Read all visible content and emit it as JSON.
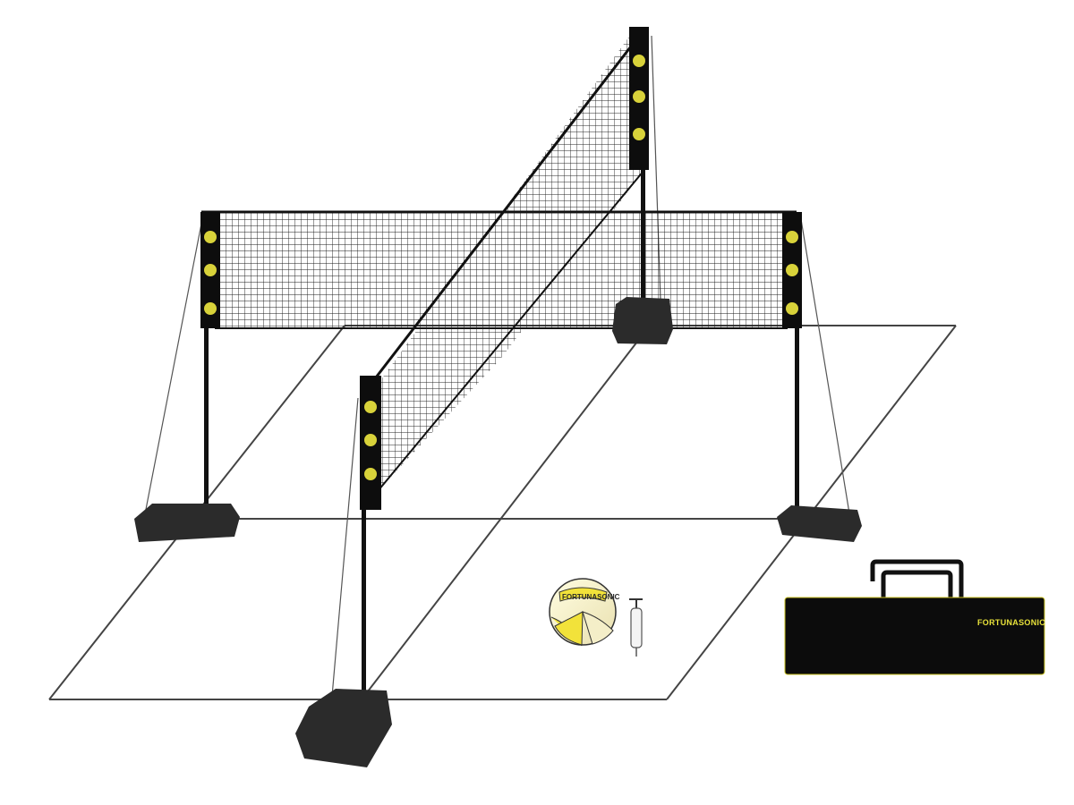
{
  "scene": {
    "subject": "4-way volleyball net set",
    "colors": {
      "background": "#ffffff",
      "net_mesh": "#1a1a1a",
      "pole": "#111111",
      "base": "#2b2b2b",
      "boundary_line": "#444444",
      "logo_yellow": "#d8d23a",
      "bag": "#0c0c0c",
      "bag_trim": "#c8c020",
      "ball_yellow": "#f2e23a"
    },
    "icons": {
      "net_logo": "volleyball-logo-icon",
      "ball": "volleyball-icon",
      "pump": "hand-pump-icon",
      "bag": "carry-bag-icon"
    },
    "bag_brand": "FORTUNASONIC",
    "ball_brand": "FORTUNASONIC"
  }
}
